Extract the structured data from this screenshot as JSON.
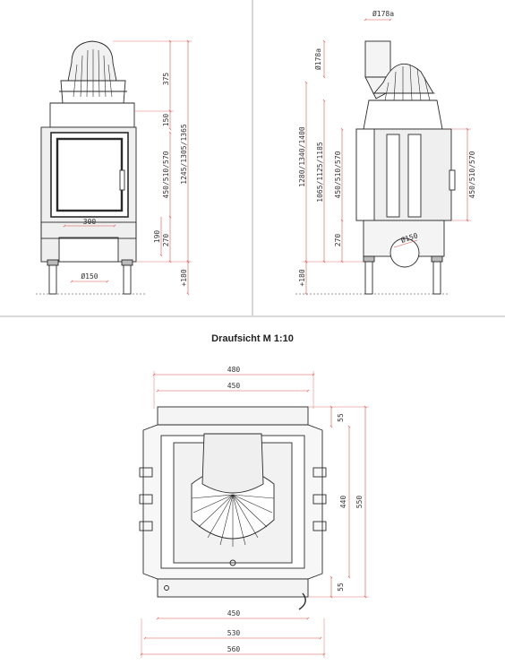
{
  "colors": {
    "dimension": "#d9534f",
    "outline": "#2a2a2a",
    "panel": "#e6e6e6",
    "background": "#ffffff"
  },
  "front_view": {
    "dims": {
      "top_height": "375",
      "frame_gap": "150",
      "door_height": "450/510/570",
      "total_height": "1245/1305/1365",
      "floor_gap": "190",
      "base_height": "270",
      "door_width": "300",
      "duct_diameter": "Ø150",
      "leg_height": "+180"
    }
  },
  "side_view": {
    "dims": {
      "flue_top": "Ø178a",
      "flue_side": "Ø178a",
      "total_height": "1280/1340/1400",
      "mid_height": "1065/1125/1185",
      "door_height": "450/510/570",
      "base_height": "270",
      "right_height": "450/510/570",
      "air_diameter": "Ø150",
      "leg_height": "+180"
    }
  },
  "plan_view": {
    "title": "Draufsicht M 1:10",
    "dims": {
      "top_outer": "480",
      "top_inner": "450",
      "right_top": "55",
      "right_mid": "440",
      "right_total": "550",
      "right_bottom": "55",
      "bottom_inner": "450",
      "bottom_mid": "530",
      "bottom_outer": "560"
    }
  }
}
